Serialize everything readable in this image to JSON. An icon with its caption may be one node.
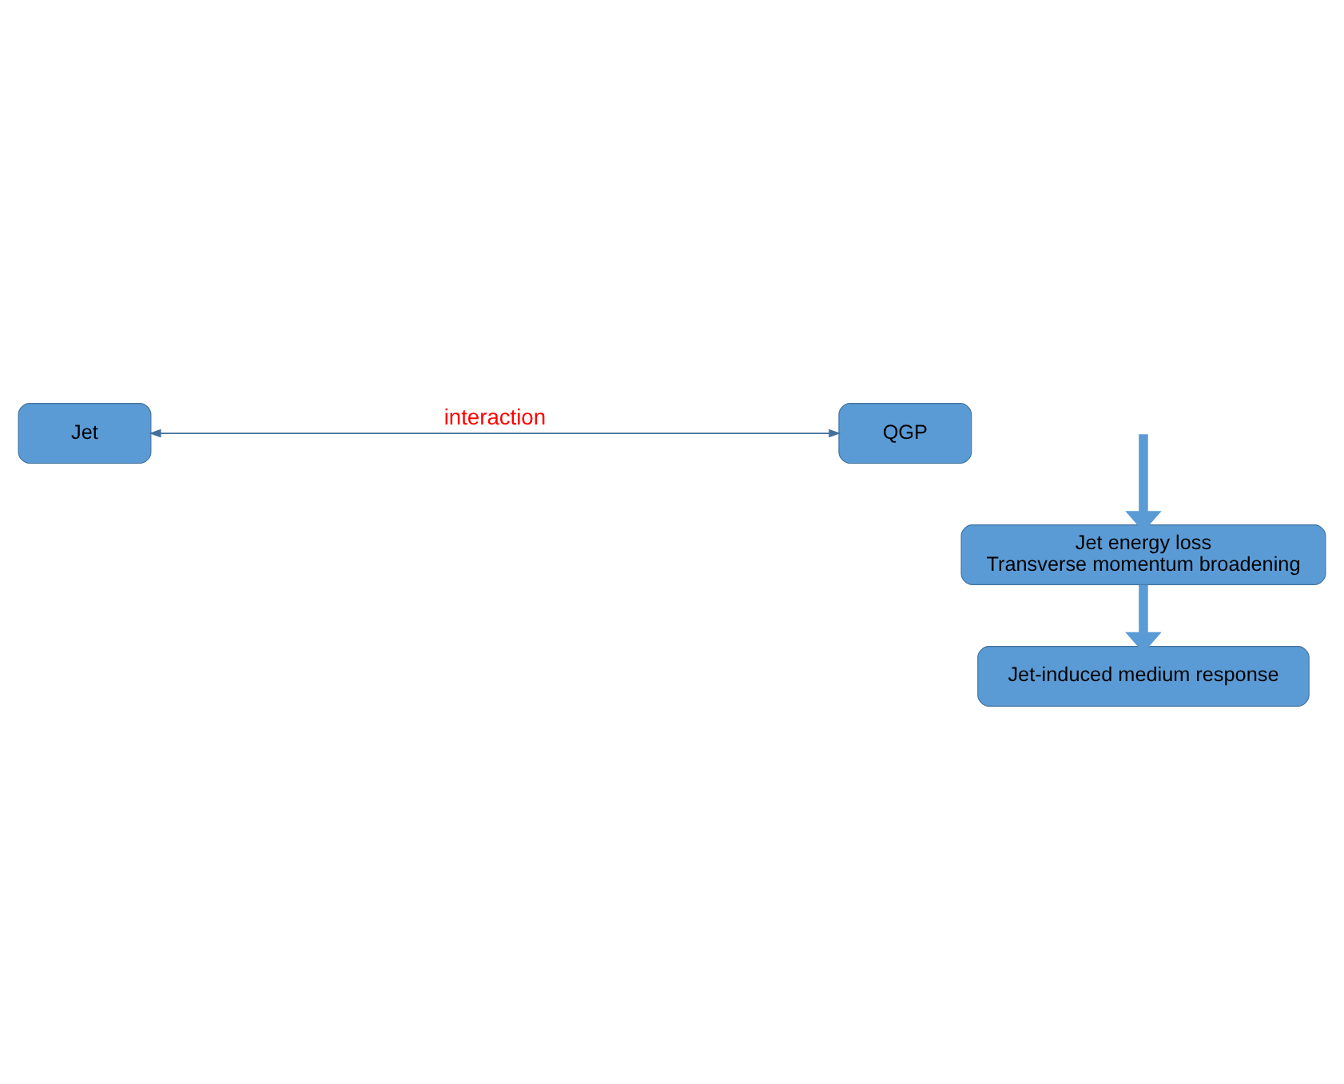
{
  "diagram": {
    "nodes": [
      {
        "text": [
          "Jet"
        ]
      },
      {
        "text": [
          "QGP"
        ]
      },
      {
        "text": [
          "Jet energy loss",
          "Transverse momentum broadening"
        ]
      },
      {
        "text": [
          "Jet-induced medium response"
        ]
      }
    ],
    "edges": [
      {
        "from": 0,
        "to": 1,
        "arrow": "both",
        "label": "interaction",
        "color": "#41719c"
      },
      {
        "from": null,
        "to": 2,
        "arrow": "to"
      },
      {
        "from": 2,
        "to": 3,
        "arrow": "to"
      }
    ]
  }
}
